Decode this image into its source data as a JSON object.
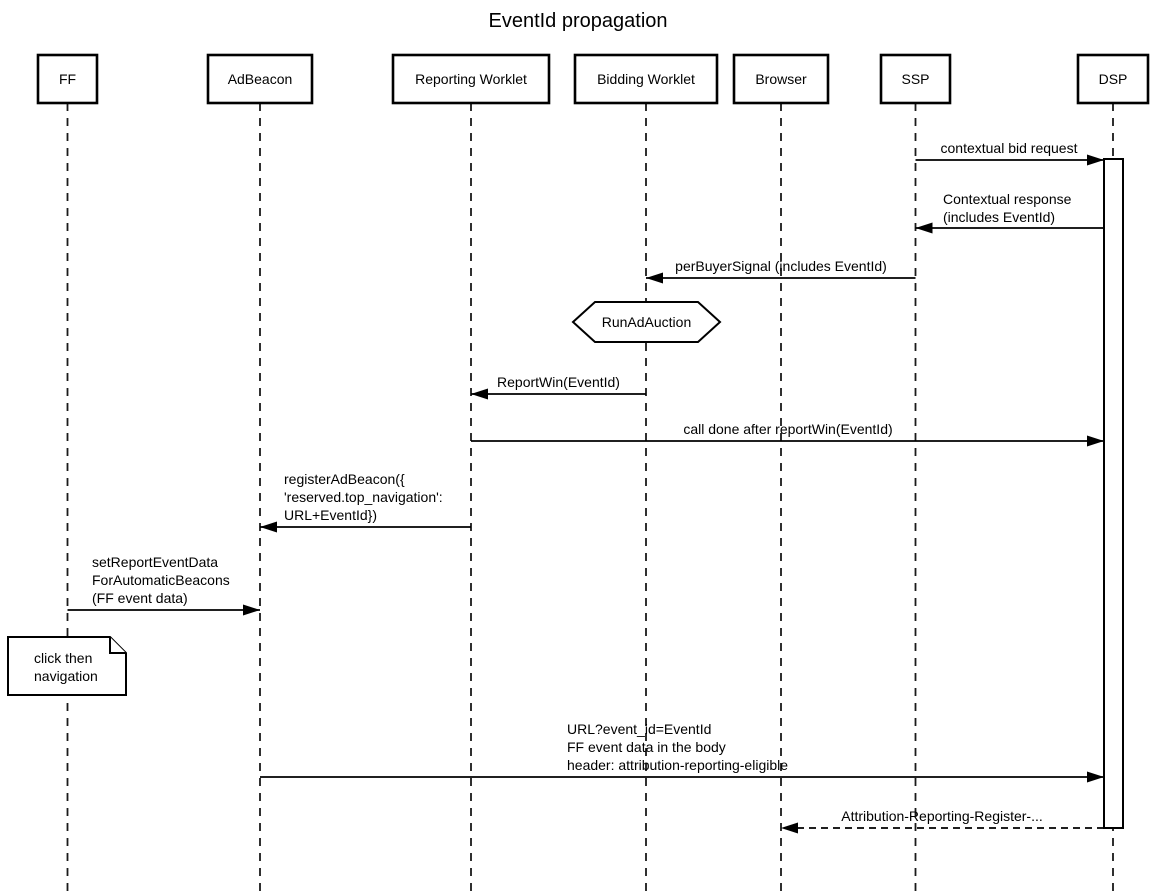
{
  "title": "EventId propagation",
  "participants": [
    {
      "name": "FF"
    },
    {
      "name": "AdBeacon"
    },
    {
      "name": "Reporting Worklet"
    },
    {
      "name": "Bidding Worklet"
    },
    {
      "name": "Browser"
    },
    {
      "name": "SSP"
    },
    {
      "name": "DSP"
    }
  ],
  "messages": [
    {
      "from": "SSP",
      "to": "DSP",
      "style": "solid",
      "lines": [
        "contextual bid request"
      ]
    },
    {
      "from": "DSP",
      "to": "SSP",
      "style": "solid",
      "lines": [
        "Contextual response",
        "(includes EventId)"
      ]
    },
    {
      "from": "SSP",
      "to": "Bidding Worklet",
      "style": "solid",
      "lines": [
        "perBuyerSignal (includes EventId)"
      ]
    },
    {
      "from": "Bidding Worklet",
      "to": "Reporting Worklet",
      "style": "solid",
      "lines": [
        "ReportWin(EventId)"
      ]
    },
    {
      "from": "Reporting Worklet",
      "to": "DSP",
      "style": "solid",
      "lines": [
        "call done after reportWin(EventId)"
      ]
    },
    {
      "from": "Reporting Worklet",
      "to": "AdBeacon",
      "style": "solid",
      "lines": [
        "registerAdBeacon({",
        "'reserved.top_navigation':",
        "URL+EventId})"
      ]
    },
    {
      "from": "FF",
      "to": "AdBeacon",
      "style": "solid",
      "lines": [
        "setReportEventData",
        "ForAutomaticBeacons",
        "(FF event data)"
      ]
    },
    {
      "from": "AdBeacon",
      "to": "DSP",
      "style": "solid",
      "lines": [
        "URL?event_id=EventId",
        "FF event data in the body",
        "header: attribution-reporting-eligible"
      ]
    },
    {
      "from": "DSP",
      "to": "Browser",
      "style": "dashed",
      "lines": [
        "Attribution-Reporting-Register-..."
      ]
    }
  ],
  "activity": {
    "label": "RunAdAuction",
    "on": "Bidding Worklet"
  },
  "note": {
    "on": "FF",
    "lines": [
      "click then",
      "navigation"
    ]
  },
  "colors": {
    "stroke": "#000000",
    "background": "#ffffff"
  }
}
